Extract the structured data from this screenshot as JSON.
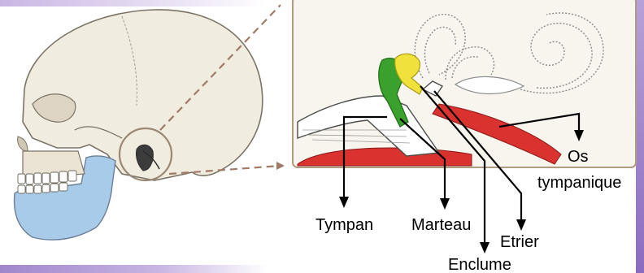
{
  "labels": {
    "tympan": "Tympan",
    "marteau": "Marteau",
    "enclume": "Enclume",
    "etrier": "Etrier",
    "os_line1": "Os",
    "os_line2": "tympanique"
  },
  "colors": {
    "marteau": "#3aa12c",
    "enclume": "#f0e23a",
    "muscle": "#d9322f",
    "jaw": "#a9cbea",
    "frame": "#9a7fc8"
  }
}
